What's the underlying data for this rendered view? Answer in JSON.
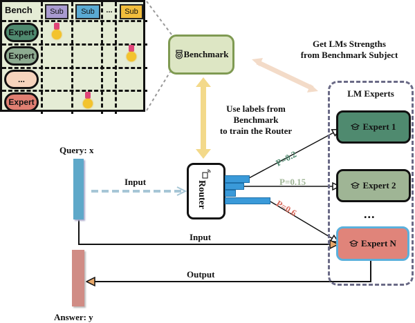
{
  "bench_table": {
    "header_label": "Bench",
    "subjects": [
      {
        "label": "Sub",
        "color": "#a99bd0"
      },
      {
        "label": "Sub",
        "color": "#5aaad3"
      },
      {
        "label": "...",
        "color": "#e5ecd5"
      },
      {
        "label": "Sub",
        "color": "#f2bd3c"
      }
    ],
    "rows": [
      {
        "label": "Expert",
        "color": "#4f8a6f",
        "medal_col": 0
      },
      {
        "label": "Expert",
        "color": "#8eab91",
        "medal_col": 3
      },
      {
        "label": "...",
        "color": "#f6d4bd",
        "medal_col": null
      },
      {
        "label": "Expert",
        "color": "#e07f72",
        "medal_col": 1
      }
    ]
  },
  "benchmark": {
    "label": "Benchmark",
    "icon": "badge-icon"
  },
  "strengths_label": {
    "line1": "Get LMs Strengths",
    "line2": "from Benchmark Subject"
  },
  "train_label": {
    "line1": "Use labels from",
    "line2": "Benchmark",
    "line3": "to train the Router"
  },
  "lm_experts": {
    "title": "LM Experts",
    "experts": [
      {
        "label": "Expert 1",
        "color": "#4f8a6f",
        "border": "#111111",
        "icon": "graduation-cap-icon"
      },
      {
        "label": "Expert 2",
        "color": "#9fb595",
        "border": "#111111",
        "icon": "graduation-cap-icon"
      },
      {
        "label": "Expert N",
        "color": "#e0847a",
        "border": "#5ab0dc",
        "icon": "graduation-cap-icon"
      }
    ],
    "ellipsis": "..."
  },
  "router": {
    "label": "Router",
    "icon": "router-icon"
  },
  "probabilities": [
    {
      "label": "P=0.2",
      "color": "#4f8a6f"
    },
    {
      "label": "P=0.15",
      "color": "#9fb595"
    },
    {
      "label": "P=0.6",
      "color": "#d86a5c"
    }
  ],
  "query": {
    "label": "Query: x"
  },
  "answer": {
    "label": "Answer: y"
  },
  "flows": {
    "input_dashed": "Input",
    "input_solid": "Input",
    "output": "Output"
  }
}
